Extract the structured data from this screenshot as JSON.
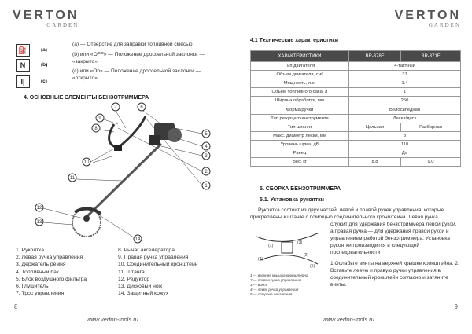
{
  "brand": {
    "name": "VERTON",
    "sub": "GARDEN"
  },
  "left": {
    "icons": [
      {
        "label": "(a)",
        "text": "(a) — Отверстие для заправки топливной смесью"
      },
      {
        "label": "(b)",
        "text": "(b) или «OFF» — Положение дроссельной заслонки — «закрыто»"
      },
      {
        "label": "(c)",
        "text": "(c) или «On» — Положение дроссельной заслонки — «открыто»"
      }
    ],
    "section_title": "4. ОСНОВНЫЕ ЭЛЕМЕНТЫ БЕНЗОТРИММЕРА",
    "callouts": [
      "1",
      "2",
      "3",
      "4",
      "5",
      "6",
      "7",
      "8",
      "9",
      "10",
      "11",
      "12",
      "13",
      "14"
    ],
    "parts_left": [
      "1. Рукоятка",
      "2. Левая ручка управления",
      "3. Держатель ремня",
      "4. Топливный бак",
      "5. Блок воздушного фильтра",
      "6. Глушитель",
      "7. Трос управления"
    ],
    "parts_right": [
      "8. Рычаг акселератора",
      "9. Правая ручка управления",
      "10. Соединительный кронштейн",
      "11. Штанга",
      "12. Редуктор",
      "13. Дисковый нож",
      "14. Защитный кожух"
    ],
    "page_number": "8",
    "footer": "www.verton-tools.ru"
  },
  "right": {
    "spec_title": "4.1 Технические характеристики",
    "table_header": [
      "ХАРАКТЕРИСТИКИ",
      "BR-378F",
      "BR-371F"
    ],
    "rows": [
      {
        "name": "Тип двигателя",
        "merged": "4-тактный"
      },
      {
        "name": "Объем двигателя, см³",
        "merged": "37"
      },
      {
        "name": "Мощность, л.с.",
        "merged": "1.4"
      },
      {
        "name": "Объем топливного бака, л",
        "merged": "1"
      },
      {
        "name": "Ширина обработки, мм",
        "merged": "250"
      },
      {
        "name": "Форма ручки",
        "merged": "Велосипедная"
      },
      {
        "name": "Тип режущего инструмента",
        "merged": "Леска/диск"
      },
      {
        "name": "Тип штанги",
        "a": "Цельная",
        "b": "Разборная"
      },
      {
        "name": "Макс. диаметр лески, мм",
        "merged": "3"
      },
      {
        "name": "Уровень шума, дБ",
        "merged": "110"
      },
      {
        "name": "Ранец",
        "merged": "Да"
      },
      {
        "name": "Вес, кг",
        "a": "8.8",
        "b": "9.0"
      }
    ],
    "assembly_title": "5. СБОРКА БЕНЗОТРИММЕРА",
    "handle_title": "5.1. Установка рукоятки",
    "text_full": "Рукоятка состоит из двух частей: левой и правой ручек управления, которые прикреплены к штанге с помощью соединительного кронштейна. Левая ручка",
    "text_side": "служит для удержания бензотриммера левой рукой, а правая ручка — для удержания правой рукой и управлением работой бензотриммера. Установка рукоятки производится в следующей последовательности",
    "steps": "1.Ослабьте винты на верхней крышке кронштейна. 2. Вставьте левую и правую ручки управления в соединительный кронштейн согласно и затяните винты.",
    "fig_legend": [
      "1 — верхняя крышка кронштейна",
      "2 — правая ручка управления",
      "3 — винт",
      "4 — левая ручка управления",
      "5 — сторона двигателя"
    ],
    "page_number": "9",
    "footer": "www.verton-tools.ru"
  }
}
